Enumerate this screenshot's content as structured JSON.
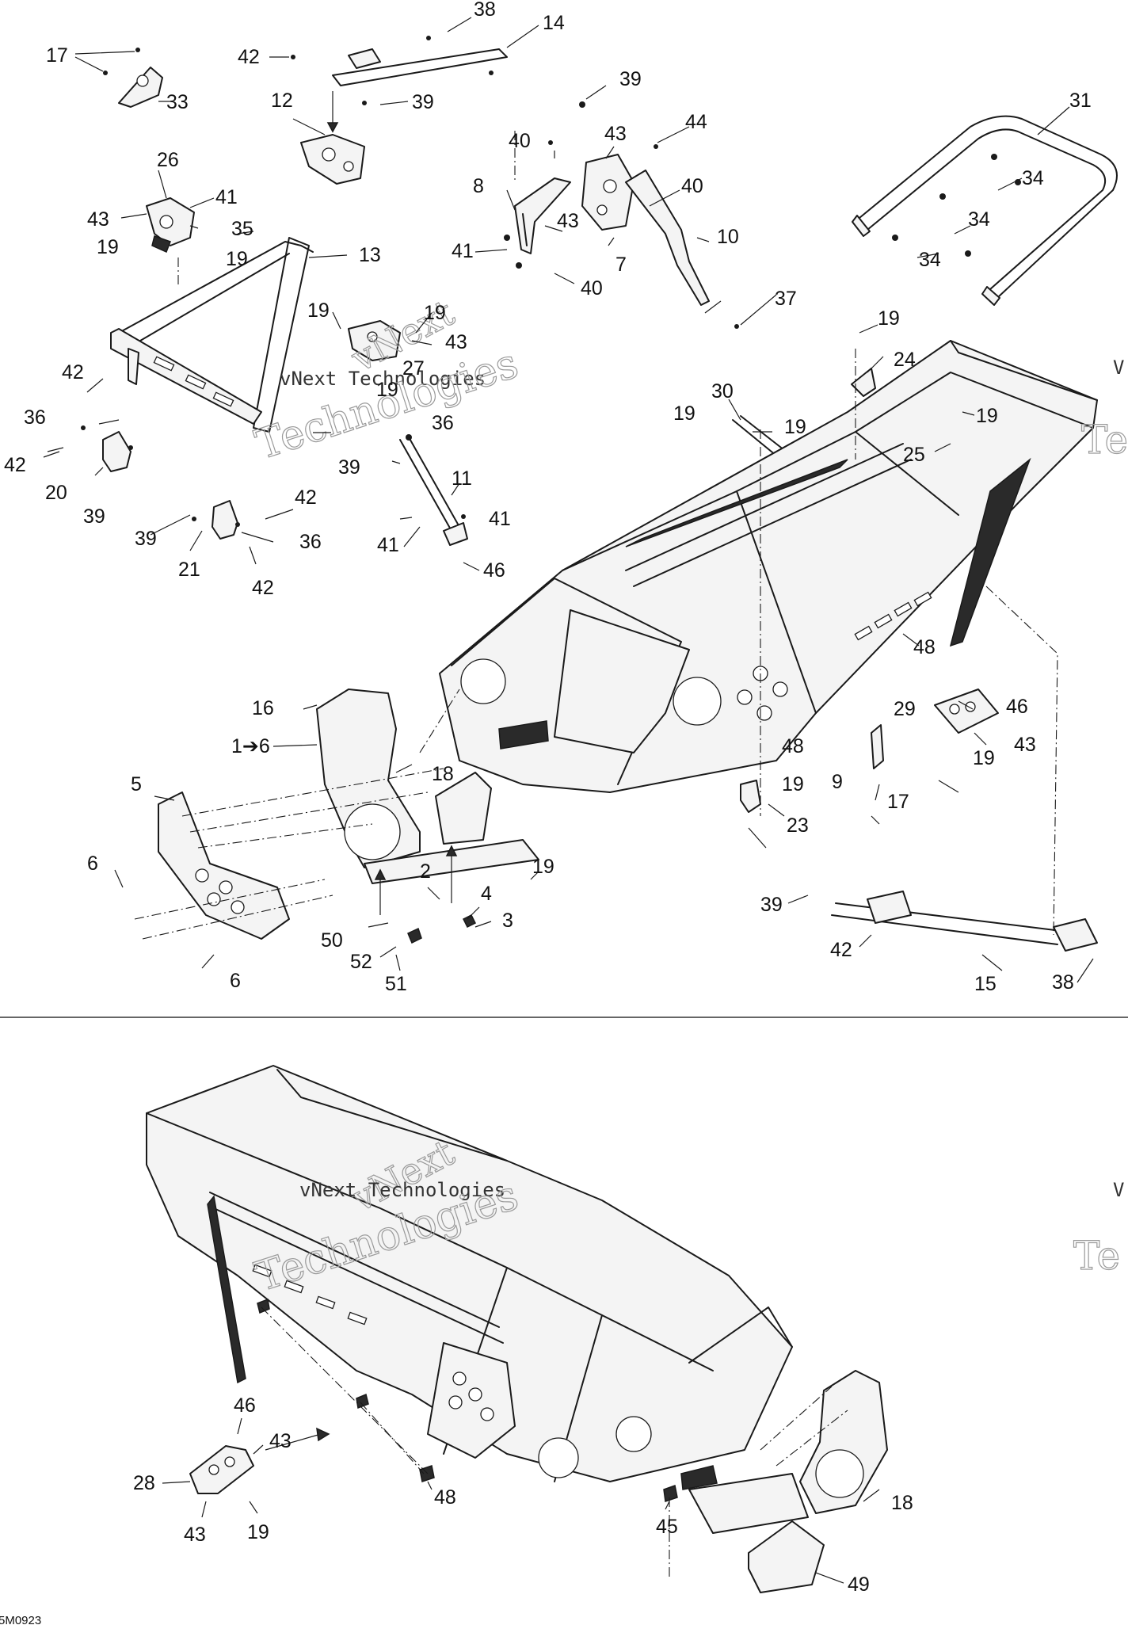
{
  "callouts_top": [
    {
      "id": "c38a",
      "text": "38"
    },
    {
      "id": "c14",
      "text": "14"
    },
    {
      "id": "c17a",
      "text": "17"
    },
    {
      "id": "c42a",
      "text": "42"
    },
    {
      "id": "c33",
      "text": "33"
    },
    {
      "id": "c39a",
      "text": "39"
    },
    {
      "id": "c12",
      "text": "12"
    },
    {
      "id": "c39b",
      "text": "39"
    },
    {
      "id": "c31",
      "text": "31"
    },
    {
      "id": "c44",
      "text": "44"
    },
    {
      "id": "c43a",
      "text": "43"
    },
    {
      "id": "c40a",
      "text": "40"
    },
    {
      "id": "c26",
      "text": "26"
    },
    {
      "id": "c8",
      "text": "8"
    },
    {
      "id": "c40b",
      "text": "40"
    },
    {
      "id": "c34a",
      "text": "34"
    },
    {
      "id": "c41a",
      "text": "41"
    },
    {
      "id": "c43b",
      "text": "43"
    },
    {
      "id": "c35",
      "text": "35"
    },
    {
      "id": "c19a",
      "text": "19"
    },
    {
      "id": "c19b",
      "text": "19"
    },
    {
      "id": "c13",
      "text": "13"
    },
    {
      "id": "c34b",
      "text": "34"
    },
    {
      "id": "c43c",
      "text": "43"
    },
    {
      "id": "c7",
      "text": "7"
    },
    {
      "id": "c10",
      "text": "10"
    },
    {
      "id": "c41b",
      "text": "41"
    },
    {
      "id": "c40c",
      "text": "40"
    },
    {
      "id": "c34c",
      "text": "34"
    },
    {
      "id": "c37",
      "text": "37"
    },
    {
      "id": "c19c",
      "text": "19"
    },
    {
      "id": "c19d",
      "text": "19"
    },
    {
      "id": "c43d",
      "text": "43"
    },
    {
      "id": "c19e",
      "text": "19"
    },
    {
      "id": "c27",
      "text": "27"
    },
    {
      "id": "c24",
      "text": "24"
    },
    {
      "id": "c19f",
      "text": "19"
    },
    {
      "id": "c42b",
      "text": "42"
    },
    {
      "id": "c30",
      "text": "30"
    },
    {
      "id": "c36a",
      "text": "36"
    },
    {
      "id": "c19g",
      "text": "19"
    },
    {
      "id": "c19h",
      "text": "19"
    },
    {
      "id": "c36b",
      "text": "36"
    },
    {
      "id": "c19i",
      "text": "19"
    },
    {
      "id": "c42c",
      "text": "42"
    },
    {
      "id": "c25",
      "text": "25"
    },
    {
      "id": "c20",
      "text": "20"
    },
    {
      "id": "c39c",
      "text": "39"
    },
    {
      "id": "c39d",
      "text": "39"
    },
    {
      "id": "c11",
      "text": "11"
    },
    {
      "id": "c42d",
      "text": "42"
    },
    {
      "id": "c41c",
      "text": "41"
    },
    {
      "id": "c39e",
      "text": "39"
    },
    {
      "id": "c36c",
      "text": "36"
    },
    {
      "id": "c41d",
      "text": "41"
    },
    {
      "id": "c21",
      "text": "21"
    },
    {
      "id": "c46a",
      "text": "46"
    },
    {
      "id": "c42e",
      "text": "42"
    },
    {
      "id": "c48a",
      "text": "48"
    },
    {
      "id": "c16",
      "text": "16"
    },
    {
      "id": "c29",
      "text": "29"
    },
    {
      "id": "c46b",
      "text": "46"
    },
    {
      "id": "c1to6",
      "text": "1➔6"
    },
    {
      "id": "c43e",
      "text": "43"
    },
    {
      "id": "c48b",
      "text": "48"
    },
    {
      "id": "c18a",
      "text": "18"
    },
    {
      "id": "c5",
      "text": "5"
    },
    {
      "id": "c19j",
      "text": "19"
    },
    {
      "id": "c9",
      "text": "9"
    },
    {
      "id": "c19k",
      "text": "19"
    },
    {
      "id": "c23",
      "text": "23"
    },
    {
      "id": "c17b",
      "text": "17"
    },
    {
      "id": "c6a",
      "text": "6"
    },
    {
      "id": "c19l",
      "text": "19"
    },
    {
      "id": "c2",
      "text": "2"
    },
    {
      "id": "c4",
      "text": "4"
    },
    {
      "id": "c39f",
      "text": "39"
    },
    {
      "id": "c3",
      "text": "3"
    },
    {
      "id": "c50",
      "text": "50"
    },
    {
      "id": "c42f",
      "text": "42"
    },
    {
      "id": "c52",
      "text": "52"
    },
    {
      "id": "c6b",
      "text": "6"
    },
    {
      "id": "c51",
      "text": "51"
    },
    {
      "id": "c15",
      "text": "15"
    },
    {
      "id": "c38b",
      "text": "38"
    }
  ],
  "callouts_bottom": [
    {
      "id": "d46",
      "text": "46"
    },
    {
      "id": "d43a",
      "text": "43"
    },
    {
      "id": "d28",
      "text": "28"
    },
    {
      "id": "d48",
      "text": "48"
    },
    {
      "id": "d18",
      "text": "18"
    },
    {
      "id": "d43b",
      "text": "43"
    },
    {
      "id": "d19",
      "text": "19"
    },
    {
      "id": "d45",
      "text": "45"
    },
    {
      "id": "d49",
      "text": "49"
    }
  ],
  "watermarks": [
    {
      "id": "wm1a",
      "text": "vNext"
    },
    {
      "id": "wm1b",
      "text": "vNext Technologies"
    },
    {
      "id": "wm1c",
      "text": "Technologies"
    },
    {
      "id": "wm2a",
      "text": "vNext"
    },
    {
      "id": "wm2b",
      "text": "vNext Technologies"
    },
    {
      "id": "wm2c",
      "text": "Technologies"
    },
    {
      "id": "wm3",
      "text": "V"
    },
    {
      "id": "wm4",
      "text": "Te"
    },
    {
      "id": "wm5",
      "text": "V"
    },
    {
      "id": "wm6",
      "text": "Te"
    }
  ],
  "drawing_ref": "5M0923"
}
